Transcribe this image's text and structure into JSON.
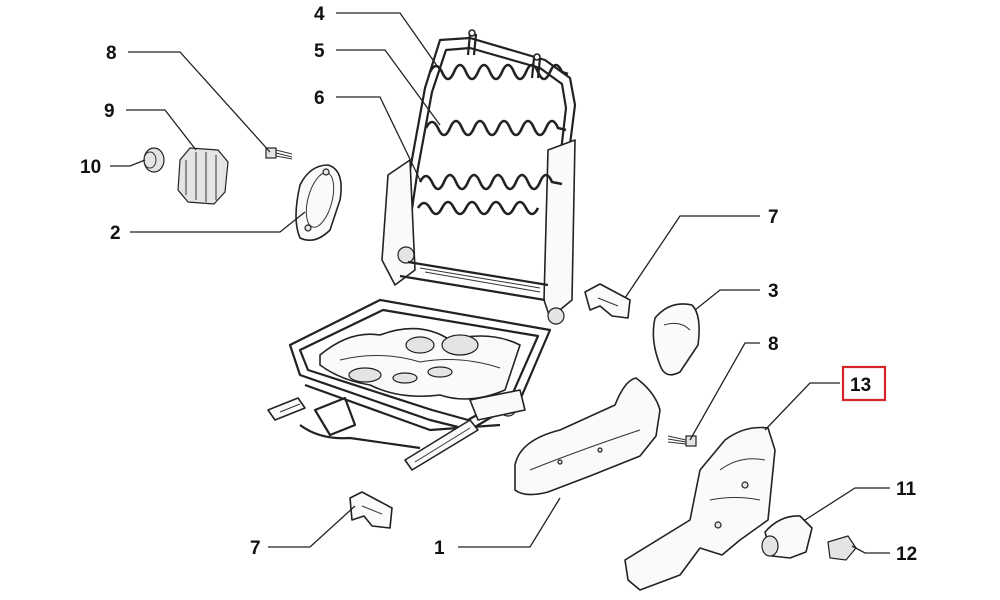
{
  "callouts": {
    "c1": "1",
    "c2": "2",
    "c3": "3",
    "c4": "4",
    "c5": "5",
    "c6": "6",
    "c7a": "7",
    "c7b": "7",
    "c8a": "8",
    "c8b": "8",
    "c9": "9",
    "c10": "10",
    "c11": "11",
    "c12": "12",
    "c13": "13"
  },
  "highlight_color": "#d6232a"
}
